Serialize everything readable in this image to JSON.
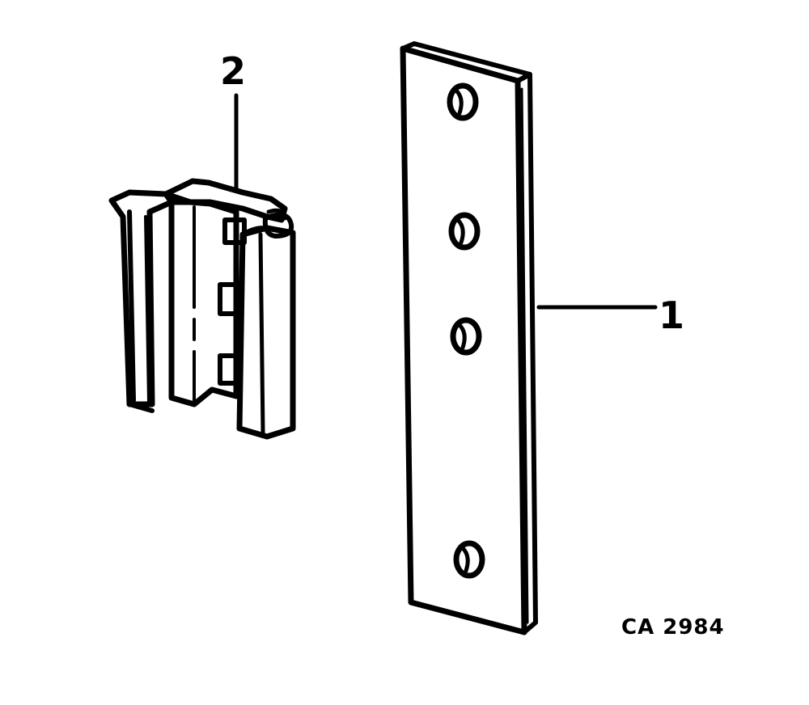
{
  "callouts": {
    "item_1": "1",
    "item_2": "2"
  },
  "figure_code": "CA 2984",
  "colors": {
    "ink": "#000000",
    "paper": "#ffffff"
  }
}
